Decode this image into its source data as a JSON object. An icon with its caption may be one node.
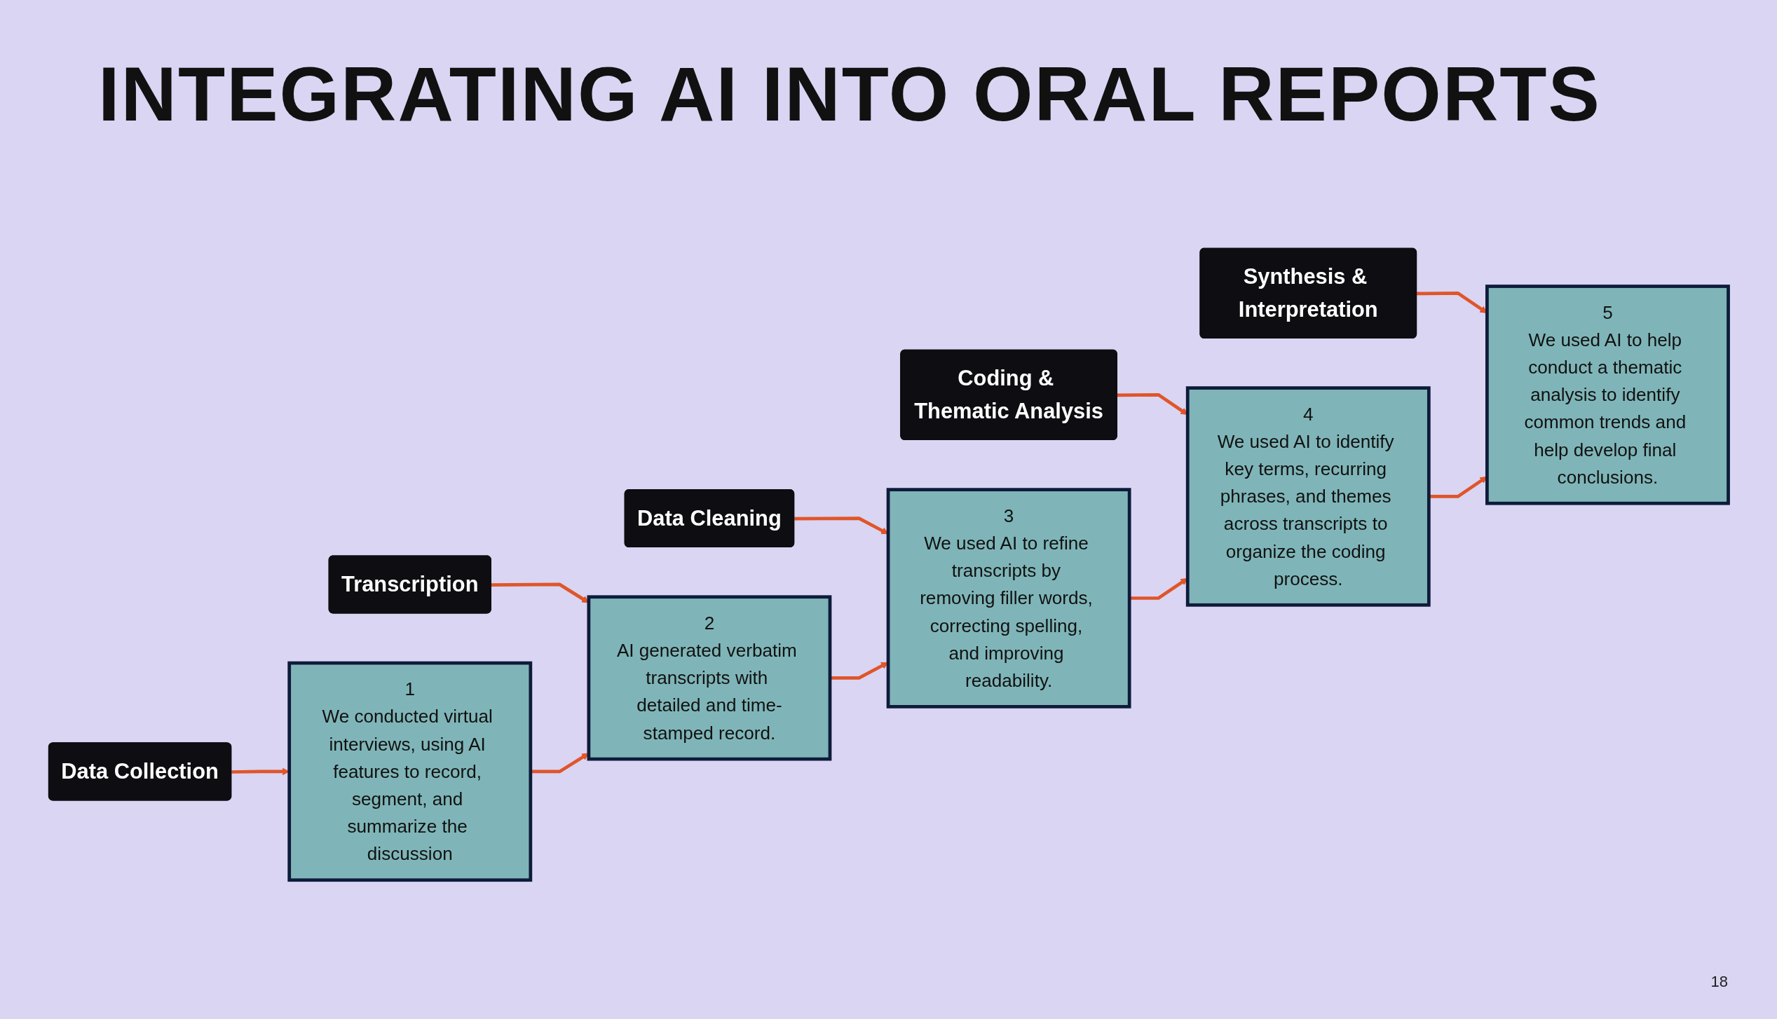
{
  "diagram": {
    "title": "INTEGRATING AI INTO ORAL REPORTS",
    "nodes": [
      {
        "text": [
          "Data Collection"
        ]
      },
      {
        "text": [
          "Transcription"
        ]
      },
      {
        "text": [
          "Data Cleaning"
        ]
      },
      {
        "text": [
          "Coding & Thematic Analysis"
        ]
      },
      {
        "text": [
          "Synthesis & Interpretation"
        ]
      },
      {
        "text": [
          "1",
          "We conducted virtual interviews, using AI features to record, segment, and summarize the discussion"
        ]
      },
      {
        "text": [
          "2",
          "AI generated verbatim transcripts with detailed and time-stamped record."
        ]
      },
      {
        "text": [
          "3",
          "We used AI to refine transcripts by removing filler words, correcting spelling, and improving readability."
        ]
      },
      {
        "text": [
          "4",
          "We used AI to identify key terms, recurring phrases, and themes across transcripts to organize the coding process."
        ]
      },
      {
        "text": [
          "5",
          "We used AI to help conduct a thematic analysis to identify common trends and help develop final conclusions."
        ]
      }
    ],
    "edges": [
      {
        "from": 0,
        "to": 5,
        "arrow": "to"
      },
      {
        "from": 1,
        "to": 6,
        "arrow": "to"
      },
      {
        "from": 2,
        "to": 7,
        "arrow": "to"
      },
      {
        "from": 3,
        "to": 8,
        "arrow": "to"
      },
      {
        "from": 4,
        "to": 9,
        "arrow": "to"
      },
      {
        "from": 5,
        "to": 6,
        "arrow": "to"
      },
      {
        "from": 6,
        "to": 7,
        "arrow": "to"
      },
      {
        "from": 7,
        "to": 8,
        "arrow": "to"
      },
      {
        "from": 8,
        "to": 9,
        "arrow": "to"
      }
    ],
    "labels": [
      "18"
    ]
  }
}
